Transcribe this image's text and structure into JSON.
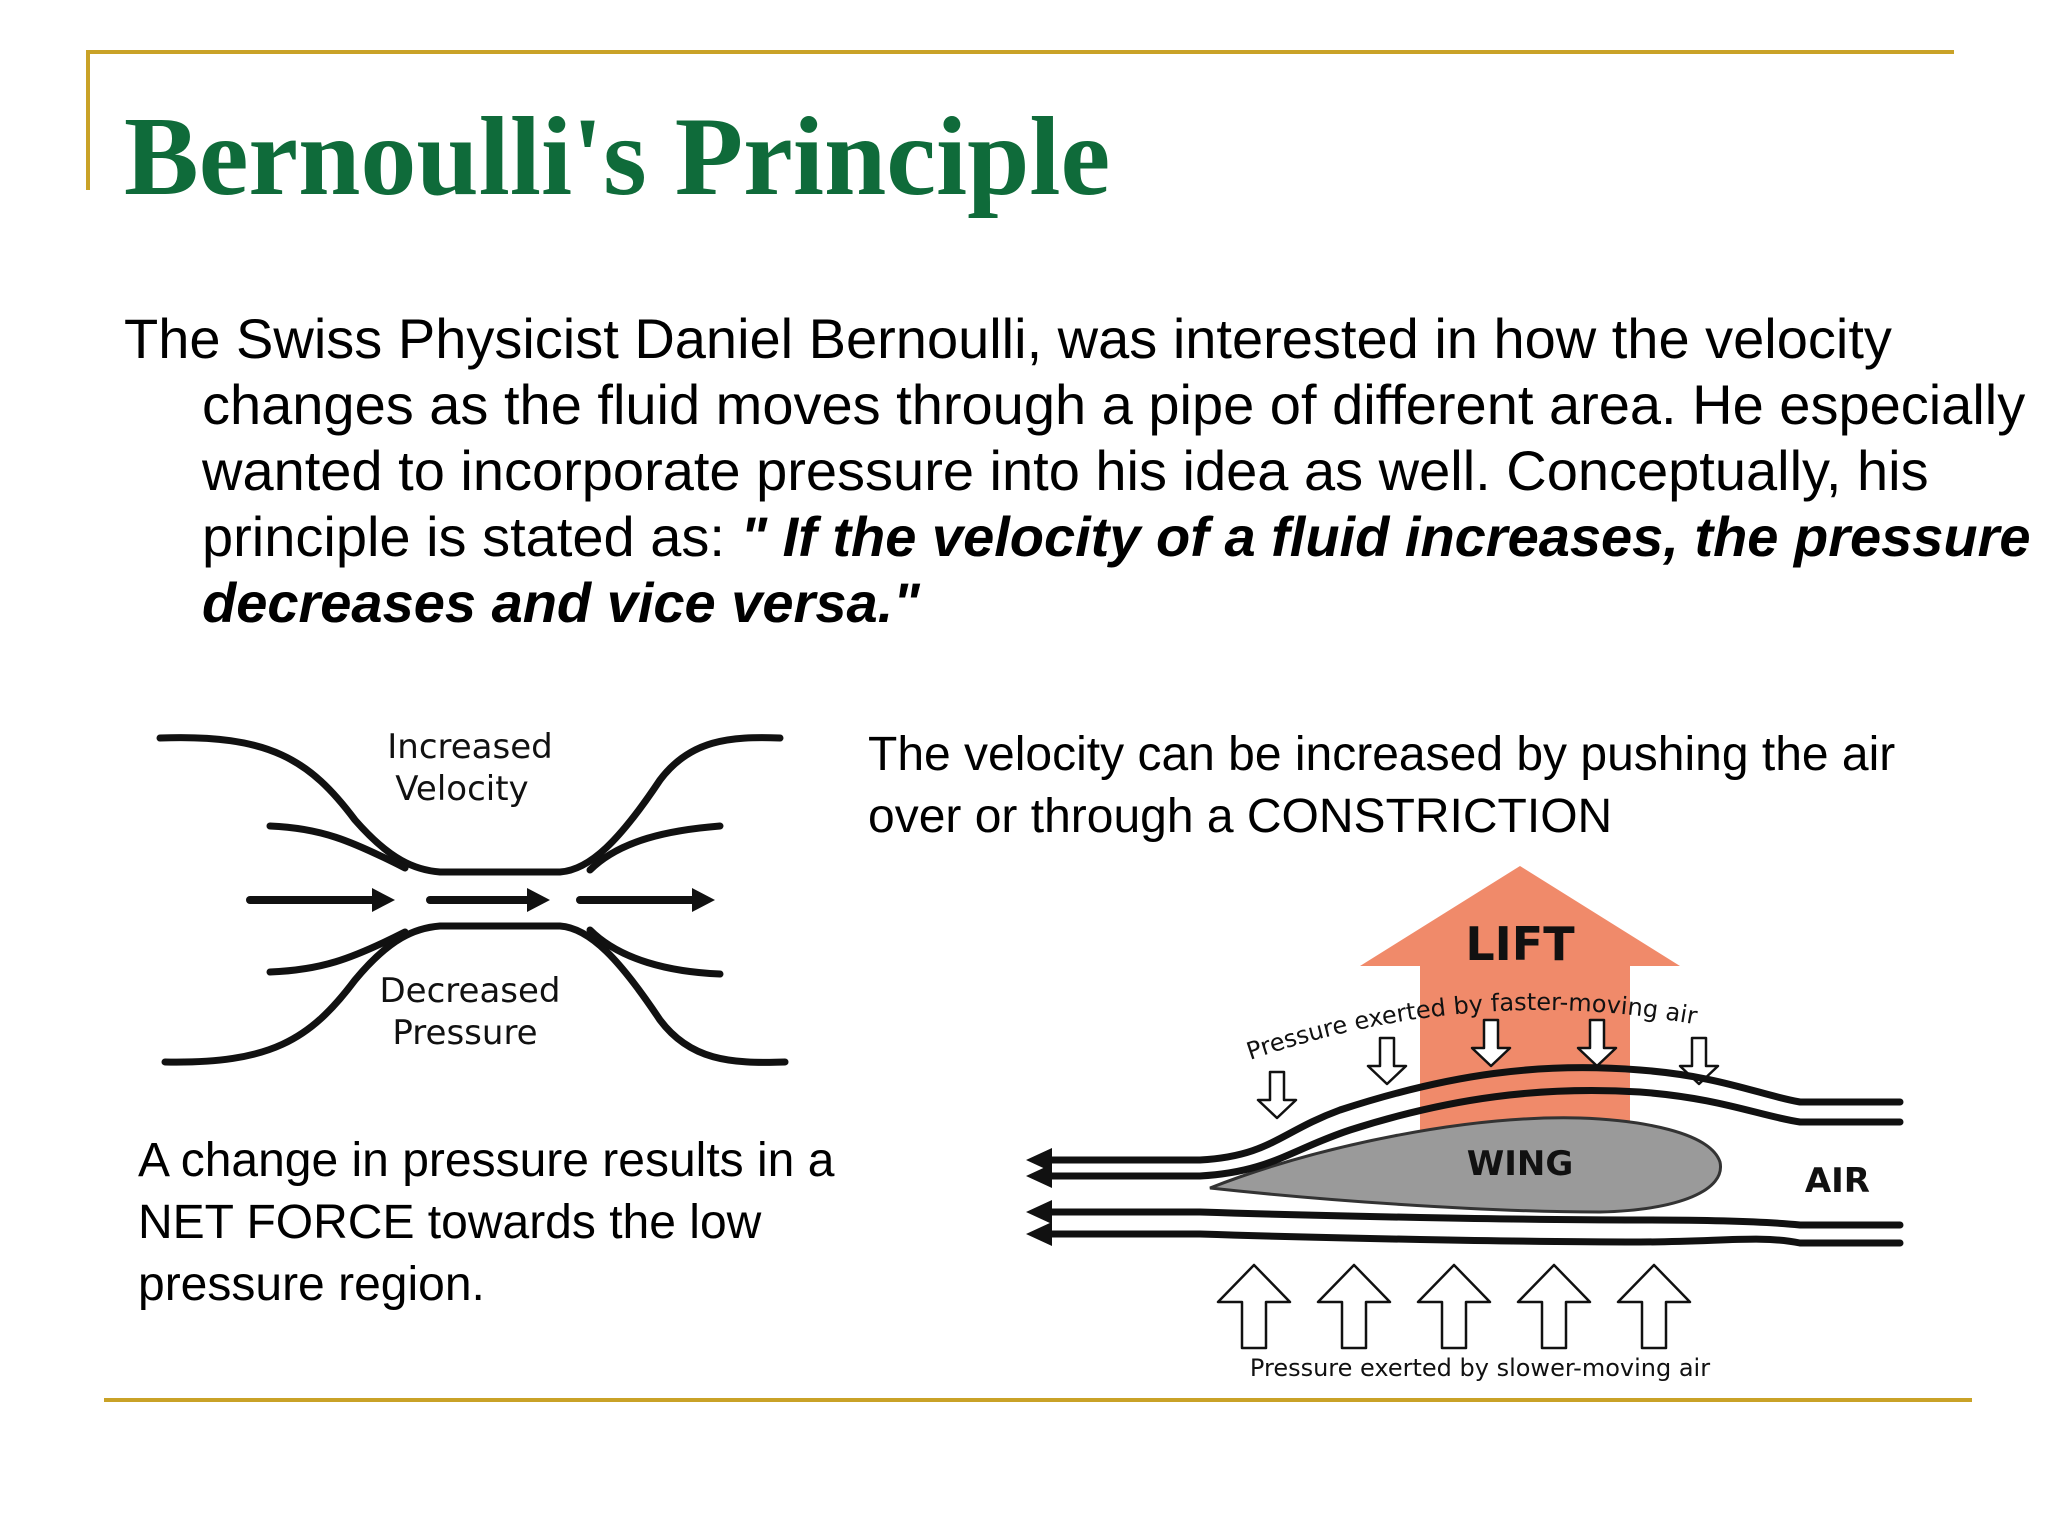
{
  "slide": {
    "title": "Bernoulli's Principle",
    "intro": {
      "text": "The Swiss Physicist Daniel Bernoulli, was interested in how the velocity changes as the fluid moves through a pipe of different area. He especially wanted to incorporate pressure into his idea as well. Conceptually, his principle is stated as: ",
      "quote": "\" If the velocity of a fluid increases, the pressure decreases and vice versa.\""
    },
    "caption_right": "The velocity can be increased by pushing the air over or through a CONSTRICTION",
    "caption_left": "A change in pressure results in a NET FORCE towards the low pressure region.",
    "colors": {
      "title": "#0f6b3a",
      "frame": "#c9a227",
      "lift_arrow": "#f08a6a",
      "wing": "#9a9a9a"
    }
  },
  "venturi_diagram": {
    "label_top_line1": "Increased",
    "label_top_line2": "Velocity",
    "label_bottom_line1": "Decreased",
    "label_bottom_line2": "Pressure"
  },
  "wing_diagram": {
    "lift_label": "LIFT",
    "wing_label": "WING",
    "air_label": "AIR",
    "top_pressure_label": "Pressure exerted by faster-moving air",
    "bottom_pressure_label": "Pressure exerted by slower-moving air"
  }
}
